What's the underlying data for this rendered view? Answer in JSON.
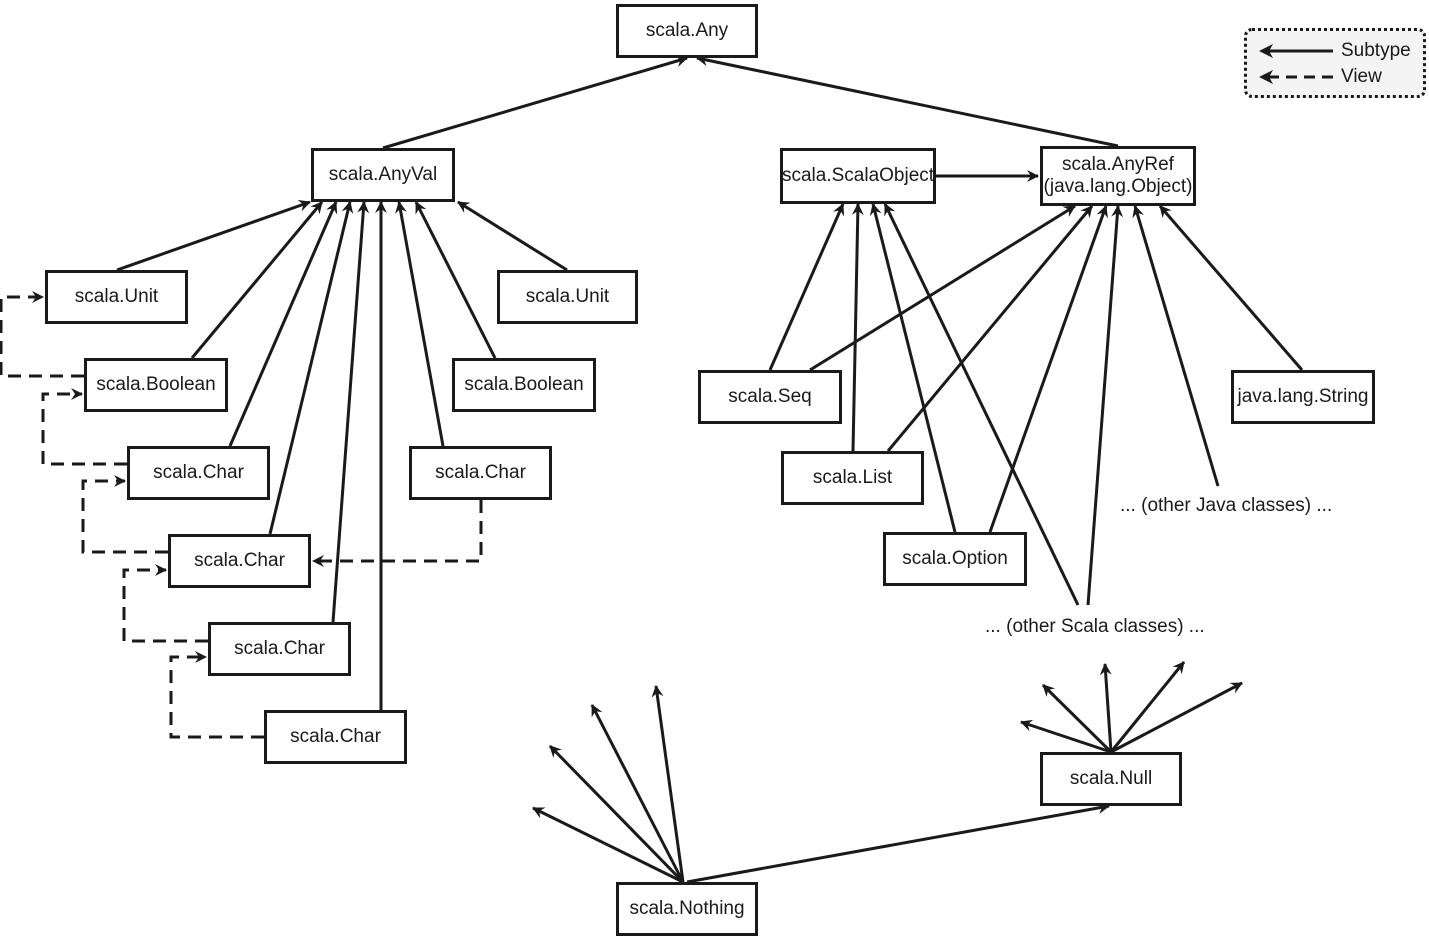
{
  "diagram": {
    "nodes": {
      "any": "scala.Any",
      "anyval": "scala.AnyVal",
      "scalaobject": "scala.ScalaObject",
      "anyref": "scala.AnyRef\n(java.lang.Object)",
      "unit_l": "scala.Unit",
      "unit_r": "scala.Unit",
      "boolean_l": "scala.Boolean",
      "boolean_r": "scala.Boolean",
      "char_1": "scala.Char",
      "char_r": "scala.Char",
      "char_2": "scala.Char",
      "char_3": "scala.Char",
      "char_4": "scala.Char",
      "seq": "scala.Seq",
      "string": "java.lang.String",
      "list": "scala.List",
      "option": "scala.Option",
      "null": "scala.Null",
      "nothing": "scala.Nothing"
    },
    "labels": {
      "other_java": "... (other Java classes) ...",
      "other_scala": "... (other Scala classes) ..."
    },
    "legend": {
      "subtype": "Subtype",
      "view": "View"
    }
  },
  "colors": {
    "ink": "#1a1a1a",
    "legend_bg": "#f4f4f4",
    "background": "#ffffff"
  }
}
